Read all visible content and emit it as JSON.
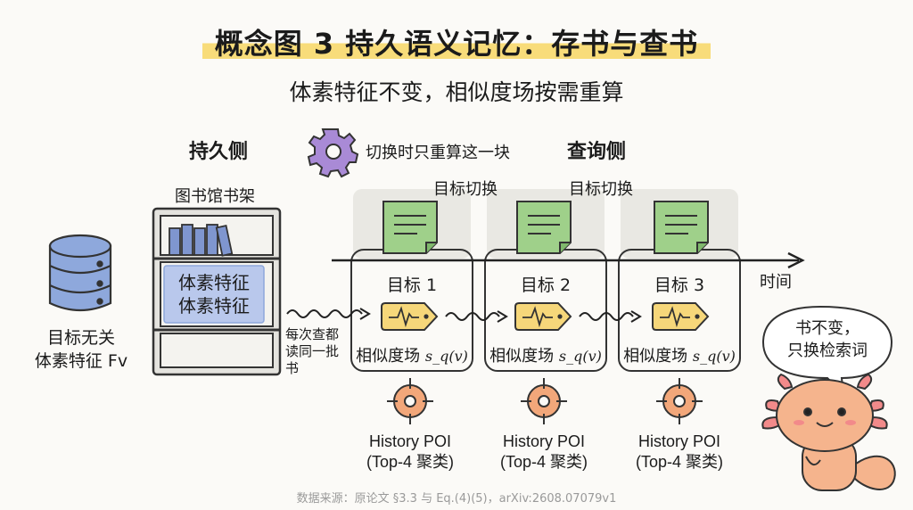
{
  "title": "概念图 3 持久语义记忆：存书与查书",
  "subtitle": "体素特征不变，相似度场按需重算",
  "persistent_side": "持久侧",
  "query_side": "查询侧",
  "gear_note": "切换时只重算这一块",
  "library_label": "图书馆书架",
  "feature_line1": "体素特征",
  "feature_line2": "体素特征",
  "db_label_line1": "目标无关",
  "db_label_line2": "体素特征 Fv",
  "read_note": [
    "每次查都",
    "读同一批",
    "书"
  ],
  "switch_labels": [
    "目标切换",
    "目标切换"
  ],
  "time_label": "时间",
  "targets": [
    {
      "name": "目标 1",
      "sim": "相似度场",
      "sim_formula": "s_q(v)",
      "poi_line1": "History POI",
      "poi_line2": "(Top-4 聚类)"
    },
    {
      "name": "目标 2",
      "sim": "相似度场",
      "sim_formula": "s_q(v)",
      "poi_line1": "History POI",
      "poi_line2": "(Top-4 聚类)"
    },
    {
      "name": "目标 3",
      "sim": "相似度场",
      "sim_formula": "s_q(v)",
      "poi_line1": "History POI",
      "poi_line2": "(Top-4 聚类)"
    }
  ],
  "bubble_line1": "书不变，",
  "bubble_line2": "只换检索词",
  "footer": "数据来源：原论文 §3.3 与 Eq.(4)(5)，arXiv:2608.07079v1",
  "colors": {
    "highlight": "#f8dc7a",
    "note_green": "#9fd08a",
    "tag_yellow": "#f6d77a",
    "target_orange": "#f2a77a",
    "db_blue": "#8ea8dc",
    "feature_blue": "#b9c8ec",
    "gear_purple": "#a98ad6",
    "mascot_peach": "#f5b48d"
  }
}
